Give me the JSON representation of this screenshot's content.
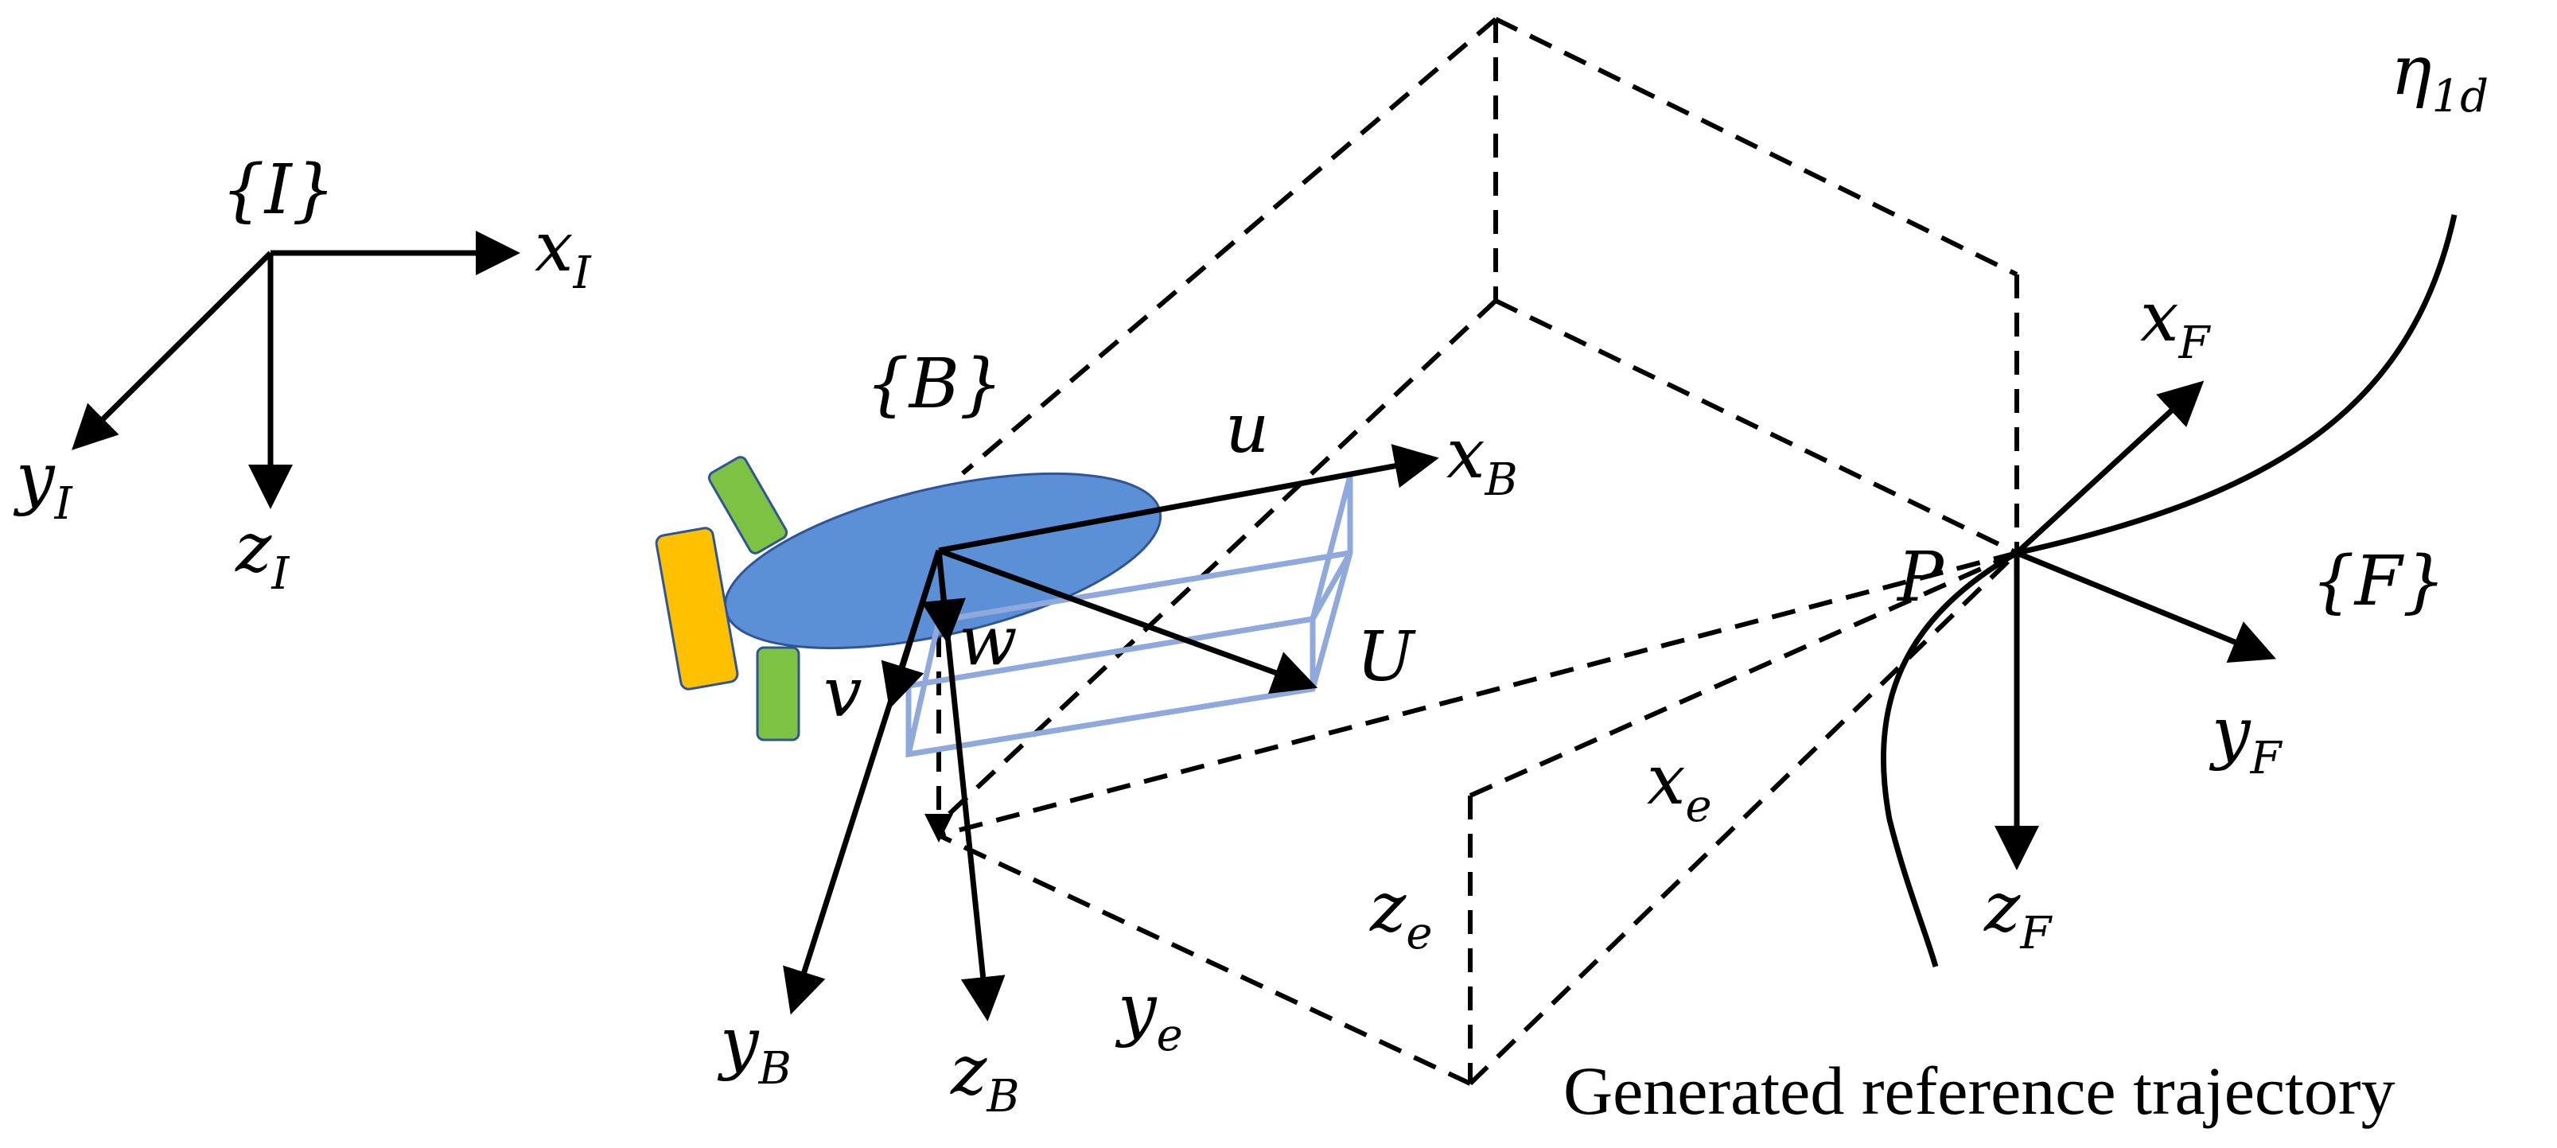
{
  "frames": {
    "inertial": {
      "name": "{I}",
      "x_axis": {
        "base": "x",
        "sub": "I"
      },
      "y_axis": {
        "base": "y",
        "sub": "I"
      },
      "z_axis": {
        "base": "z",
        "sub": "I"
      }
    },
    "body": {
      "name": "{B}",
      "x_axis": {
        "base": "x",
        "sub": "B"
      },
      "y_axis": {
        "base": "y",
        "sub": "B"
      },
      "z_axis": {
        "base": "z",
        "sub": "B"
      }
    },
    "path": {
      "name": "{F}",
      "x_axis": {
        "base": "x",
        "sub": "F"
      },
      "y_axis": {
        "base": "y",
        "sub": "F"
      },
      "z_axis": {
        "base": "z",
        "sub": "F"
      }
    }
  },
  "velocities": {
    "u": "u",
    "v": "v",
    "w": "w",
    "U": "U"
  },
  "errors": {
    "x": {
      "base": "x",
      "sub": "e"
    },
    "y": {
      "base": "y",
      "sub": "e"
    },
    "z": {
      "base": "z",
      "sub": "e"
    }
  },
  "point": "P",
  "trajectory_label": {
    "base": "η",
    "sub": "1d"
  },
  "caption": "Generated reference trajectory",
  "colors": {
    "hull": "#5b8fd6",
    "hull_stroke": "#2f5597",
    "thruster_orange": "#ffc000",
    "fin_green": "#7dc242",
    "velocity_box": "#8fa9dc"
  }
}
